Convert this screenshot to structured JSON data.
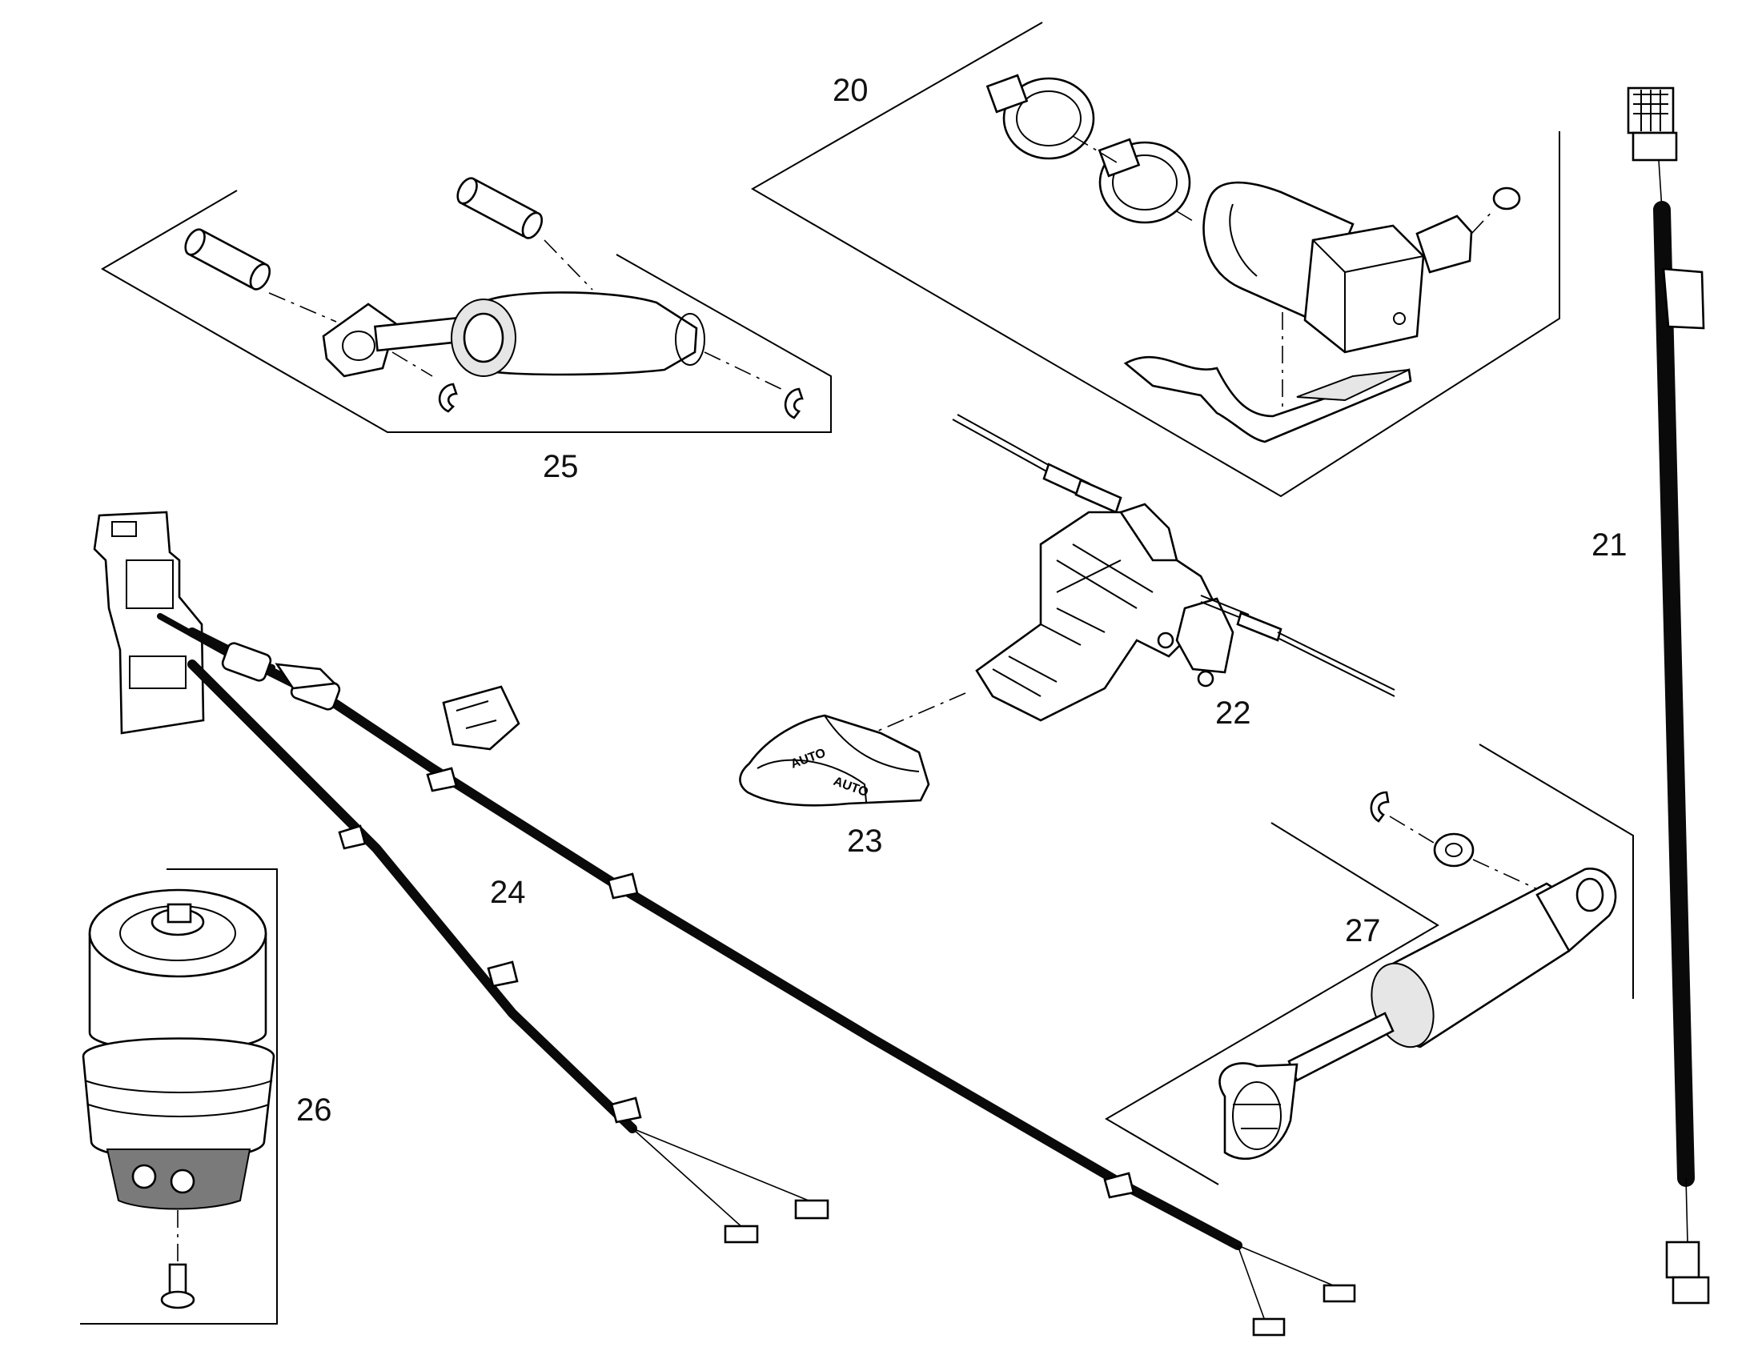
{
  "diagram": {
    "callouts": [
      {
        "id": "20",
        "label": "20"
      },
      {
        "id": "21",
        "label": "21"
      },
      {
        "id": "22",
        "label": "22"
      },
      {
        "id": "23",
        "label": "23"
      },
      {
        "id": "24",
        "label": "24"
      },
      {
        "id": "25",
        "label": "25"
      },
      {
        "id": "26",
        "label": "26"
      },
      {
        "id": "27",
        "label": "27"
      }
    ],
    "decal_text": [
      "AUTO",
      "AUTO"
    ]
  }
}
